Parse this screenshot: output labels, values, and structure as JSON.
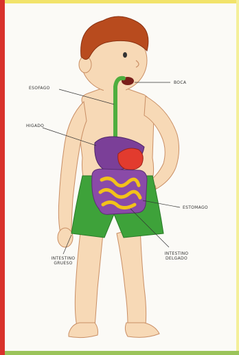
{
  "labels": {
    "esofago": "ESOFAGO",
    "higado": "HIGADO",
    "boca": "BOCA",
    "estomago": "ESTOMAGO",
    "intestino_grueso_line1": "INTESTINO",
    "intestino_grueso_line2": "GRUESO",
    "intestino_delgado_line1": "INTESTINO",
    "intestino_delgado_line2": "DELGADO"
  },
  "colors": {
    "frame_left": "#d9322b",
    "frame_top": "#f2e36a",
    "frame_bottom": "#9bc45a",
    "hair": "#b84b1e",
    "skin": "#f7d9b6",
    "shorts": "#3ea23a",
    "esophagus": "#4fae3f",
    "liver": "#7b3f98",
    "stomach": "#e23b2e",
    "small_intestine": "#f2c21a",
    "large_intestine": "#8a4aa8"
  }
}
